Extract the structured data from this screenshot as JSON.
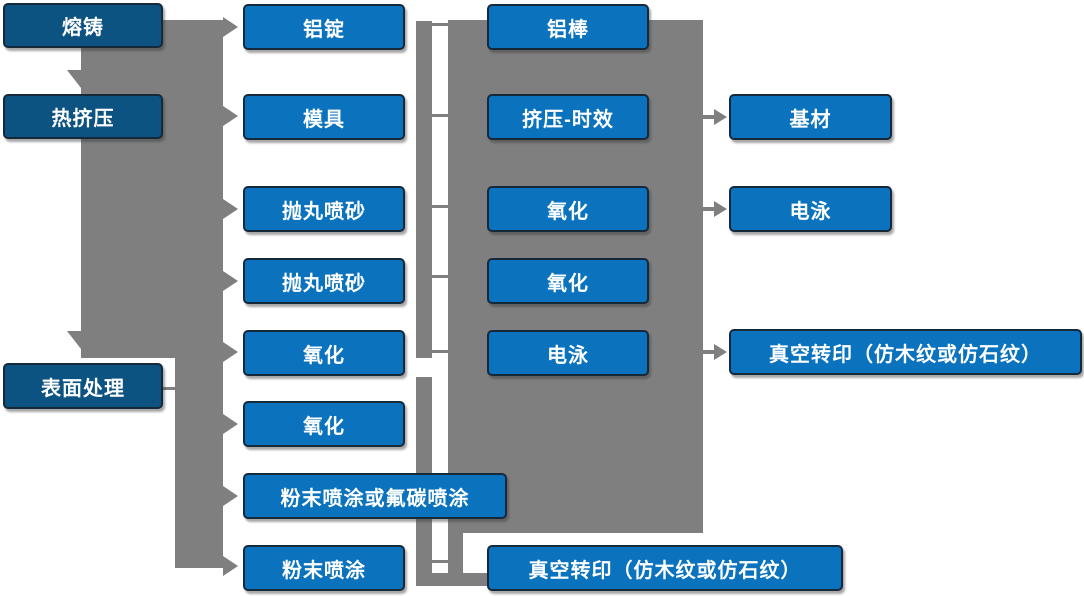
{
  "diagram": {
    "stage_column": [
      "熔铸",
      "热挤压",
      "表面处理"
    ],
    "process_column_1": [
      "铝锭",
      "模具",
      "抛丸喷砂",
      "抛丸喷砂",
      "氧化",
      "氧化",
      "粉末喷涂或氟碳喷涂",
      "粉末喷涂"
    ],
    "process_column_2": [
      "铝棒",
      "挤压-时效",
      "氧化",
      "氧化",
      "电泳",
      "真空转印（仿木纹或仿石纹）"
    ],
    "result_column": [
      "基材",
      "电泳",
      "真空转印（仿木纹或仿石纹）"
    ]
  },
  "colors": {
    "stage_box_fill": "#0D5382",
    "process_box_fill": "#0B72BE",
    "box_border": "#16293B",
    "connector_gray": "#7F7F7F",
    "text": "#FFFFFF",
    "background": "#FFFFFF"
  }
}
